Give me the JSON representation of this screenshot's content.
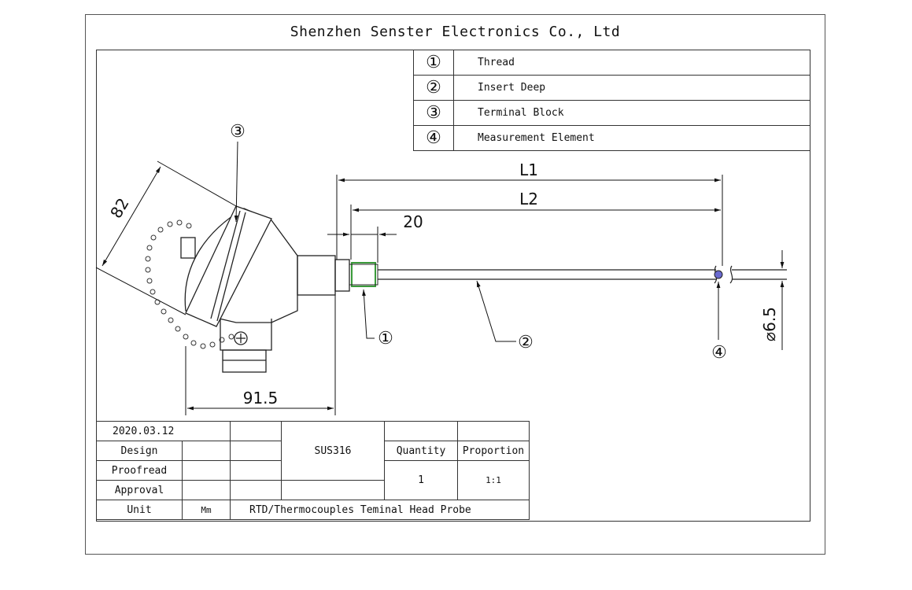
{
  "header": {
    "company": "Shenzhen Senster Electronics Co., Ltd"
  },
  "legend": [
    {
      "num": "①",
      "label": "Thread"
    },
    {
      "num": "②",
      "label": "Insert Deep"
    },
    {
      "num": "③",
      "label": "Terminal Block"
    },
    {
      "num": "④",
      "label": "Measurement Element"
    }
  ],
  "dimensions": {
    "l1": "L1",
    "l2": "L2",
    "d20": "20",
    "d82": "82",
    "d915": "91.5",
    "d65": "⌀6.5"
  },
  "callouts": {
    "c1": "①",
    "c2": "②",
    "c3": "③",
    "c4": "④"
  },
  "titleblock": {
    "date": "2020.03.12",
    "design": "Design",
    "proofread": "Proofread",
    "approval": "Approval",
    "unit": "Unit",
    "unit_value": "Mm",
    "material": "SUS316",
    "quantity_label": "Quantity",
    "proportion_label": "Proportion",
    "quantity_value": "1",
    "proportion_value": "1:1",
    "product": "RTD/Thermocouples Teminal Head Probe"
  }
}
